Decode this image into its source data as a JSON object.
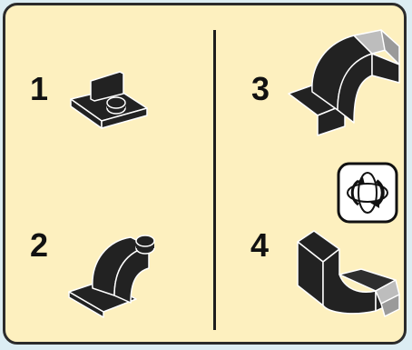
{
  "steps": [
    {
      "number": "1"
    },
    {
      "number": "2"
    },
    {
      "number": "3"
    },
    {
      "number": "4"
    }
  ],
  "icons": {
    "rotate": "rotate-model-icon"
  },
  "colors": {
    "background": "#fdf0bf",
    "brick": "#222222",
    "brick_edge": "#ffffff",
    "slope_grey": "#bdbdbd",
    "outline": "#2b2b2b"
  }
}
